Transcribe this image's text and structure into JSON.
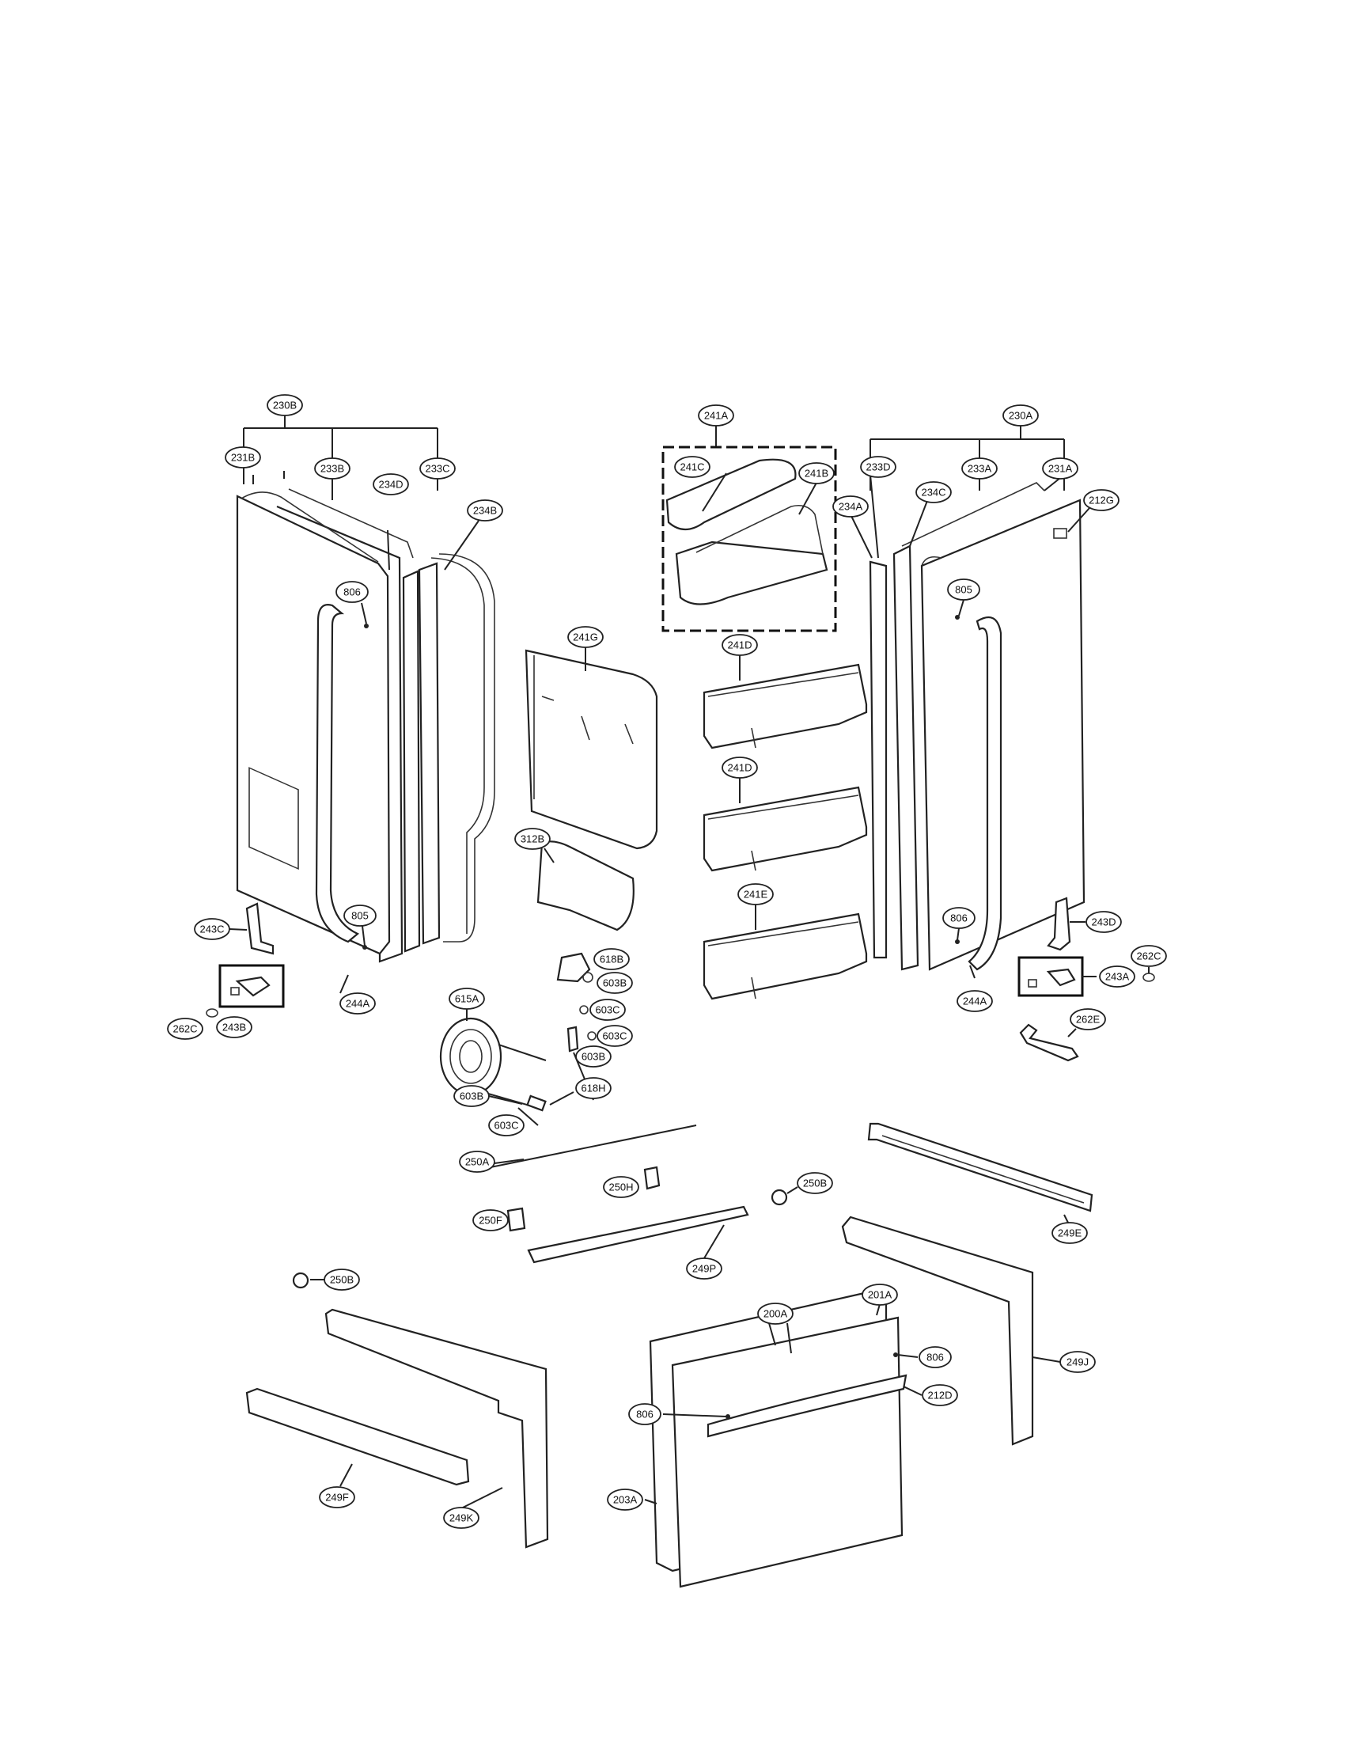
{
  "labels": {
    "l230B": "230B",
    "l231B": "231B",
    "l233B": "233B",
    "l233C": "233C",
    "l234D": "234D",
    "l234B": "234B",
    "l806a": "806",
    "l805a": "805",
    "l243C": "243C",
    "l244Aa": "244A",
    "l243B": "243B",
    "l262Ca": "262C",
    "l241A": "241A",
    "l241C": "241C",
    "l241B": "241B",
    "l241G": "241G",
    "l241Da": "241D",
    "l241Db": "241D",
    "l241E": "241E",
    "l312B": "312B",
    "l618B": "618B",
    "l603Ba": "603B",
    "l603Ca": "603C",
    "l603Cb": "603C",
    "l603Bb": "603B",
    "l618H": "618H",
    "l615A": "615A",
    "l603Bc": "603B",
    "l603Cc": "603C",
    "l230A": "230A",
    "l233D": "233D",
    "l233A": "233A",
    "l231A": "231A",
    "l234A": "234A",
    "l234C": "234C",
    "l212G": "212G",
    "l805b": "805",
    "l806b": "806",
    "l243D": "243D",
    "l244Ab": "244A",
    "l243A": "243A",
    "l262Cb": "262C",
    "l262E": "262E",
    "l250A": "250A",
    "l250H": "250H",
    "l250F": "250F",
    "l250Ba": "250B",
    "l249P": "249P",
    "l249E": "249E",
    "l250Bb": "250B",
    "l200A": "200A",
    "l201A": "201A",
    "l806c": "806",
    "l806d": "806",
    "l212D": "212D",
    "l249J": "249J",
    "l249F": "249F",
    "l249K": "249K",
    "l203A": "203A"
  }
}
